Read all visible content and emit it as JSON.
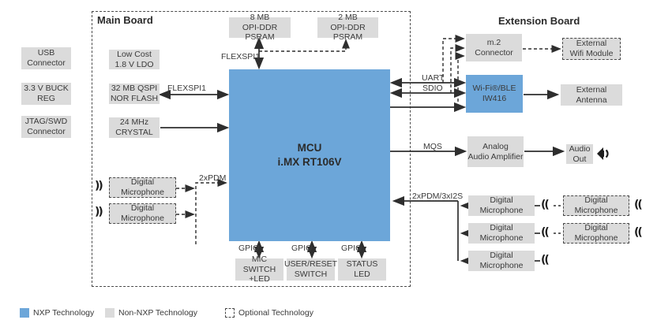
{
  "boards": {
    "main": {
      "title": "Main Board"
    },
    "extension": {
      "title": "Extension Board"
    }
  },
  "blocks": {
    "usb_connector": "USB\nConnector",
    "buck_reg": "3.3 V BUCK\nREG",
    "jtag_connector": "JTAG/SWD\nConnector",
    "ldo": "Low Cost\n1.8 V LDO",
    "psram_8mb": "8 MB\nOPI-DDR PSRAM",
    "psram_2mb": "2 MB\nOPI-DDR PSRAM",
    "nor_flash": "32 MB QSPI\nNOR FLASH",
    "crystal": "24 MHz\nCRYSTAL",
    "mcu": "MCU\ni.MX RT106V",
    "digital_microphone": "Digital\nMicrophone",
    "mic_switch": "MIC SWITCH\n+LED",
    "user_reset_switch": "USER/RESET\nSWITCH",
    "status_led": "STATUS\nLED",
    "m2_connector": "m.2\nConnector",
    "external_wifi_module": "External\nWifi Module",
    "wifi_ble": "Wi-Fi®/BLE\nIW416",
    "external_antenna": "External\nAntenna",
    "audio_amplifier": "Analog\nAudio Amplifier",
    "audio_out": "Audio\nOut"
  },
  "bus_labels": {
    "flexspi1_vertical": "FLEXSPI1",
    "flexspi1_horizontal": "FLEXSPI1",
    "uart": "UART",
    "sdio": "SDIO",
    "mqs": "MQS",
    "pdm_left": "2xPDM",
    "pdm_i2s_right": "2xPDM/3xI2S",
    "gpio_1": "GPIO",
    "gpio_2": "GPIO",
    "gpio_3": "GPIO"
  },
  "icons": {
    "sound_waves_right": "((",
    "sound_waves_left": "))",
    "speaker": "speaker-with-sound-waves"
  },
  "legend": {
    "items": [
      {
        "label": "NXP Technology",
        "type": "nxp"
      },
      {
        "label": "Non-NXP Technology",
        "type": "non-nxp"
      },
      {
        "label": "Optional Technology",
        "type": "optional"
      }
    ]
  },
  "colors": {
    "nxp_blue": "#6ca6d9",
    "non_nxp_gray": "#dbdbdb",
    "line": "#2e2e2e"
  }
}
